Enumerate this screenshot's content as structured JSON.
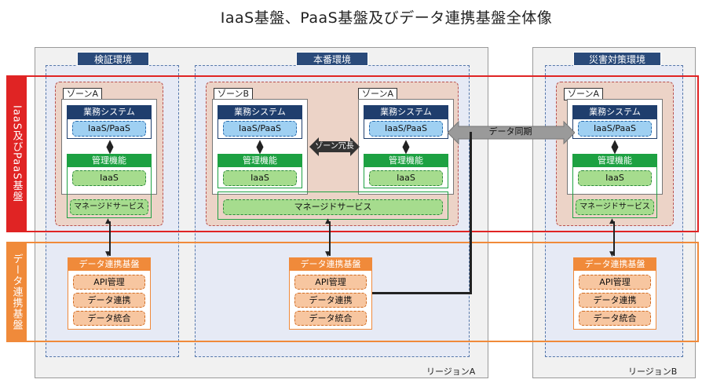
{
  "title": "IaaS基盤、PaaS基盤及びデータ連携基盤全体像",
  "regions": {
    "a": "リージョンA",
    "b": "リージョンB"
  },
  "environments": {
    "verify": "検証環境",
    "production": "本番環境",
    "dr": "災害対策環境"
  },
  "bands": {
    "iaas_paas": "IaaS及びPaaS基盤",
    "data_link": "データ連携基盤"
  },
  "zones": {
    "a": "ゾーンA",
    "b": "ゾーンB"
  },
  "business_system": "業務システム",
  "iaas_paas_pill": "IaaS/PaaS",
  "management": "管理機能",
  "iaas_pill": "IaaS",
  "managed_service": "マネージドサービス",
  "zone_redundancy": "ゾーン冗長",
  "data_sync": "データ同期",
  "data_platform": {
    "title": "データ連携基盤",
    "items": [
      "API管理",
      "データ連携",
      "データ統合"
    ]
  },
  "colors": {
    "red": "#e02424",
    "orange": "#f08a3a",
    "navy": "#1f3e6d",
    "green": "#1da142",
    "light_blue": "#9fd0f2"
  }
}
